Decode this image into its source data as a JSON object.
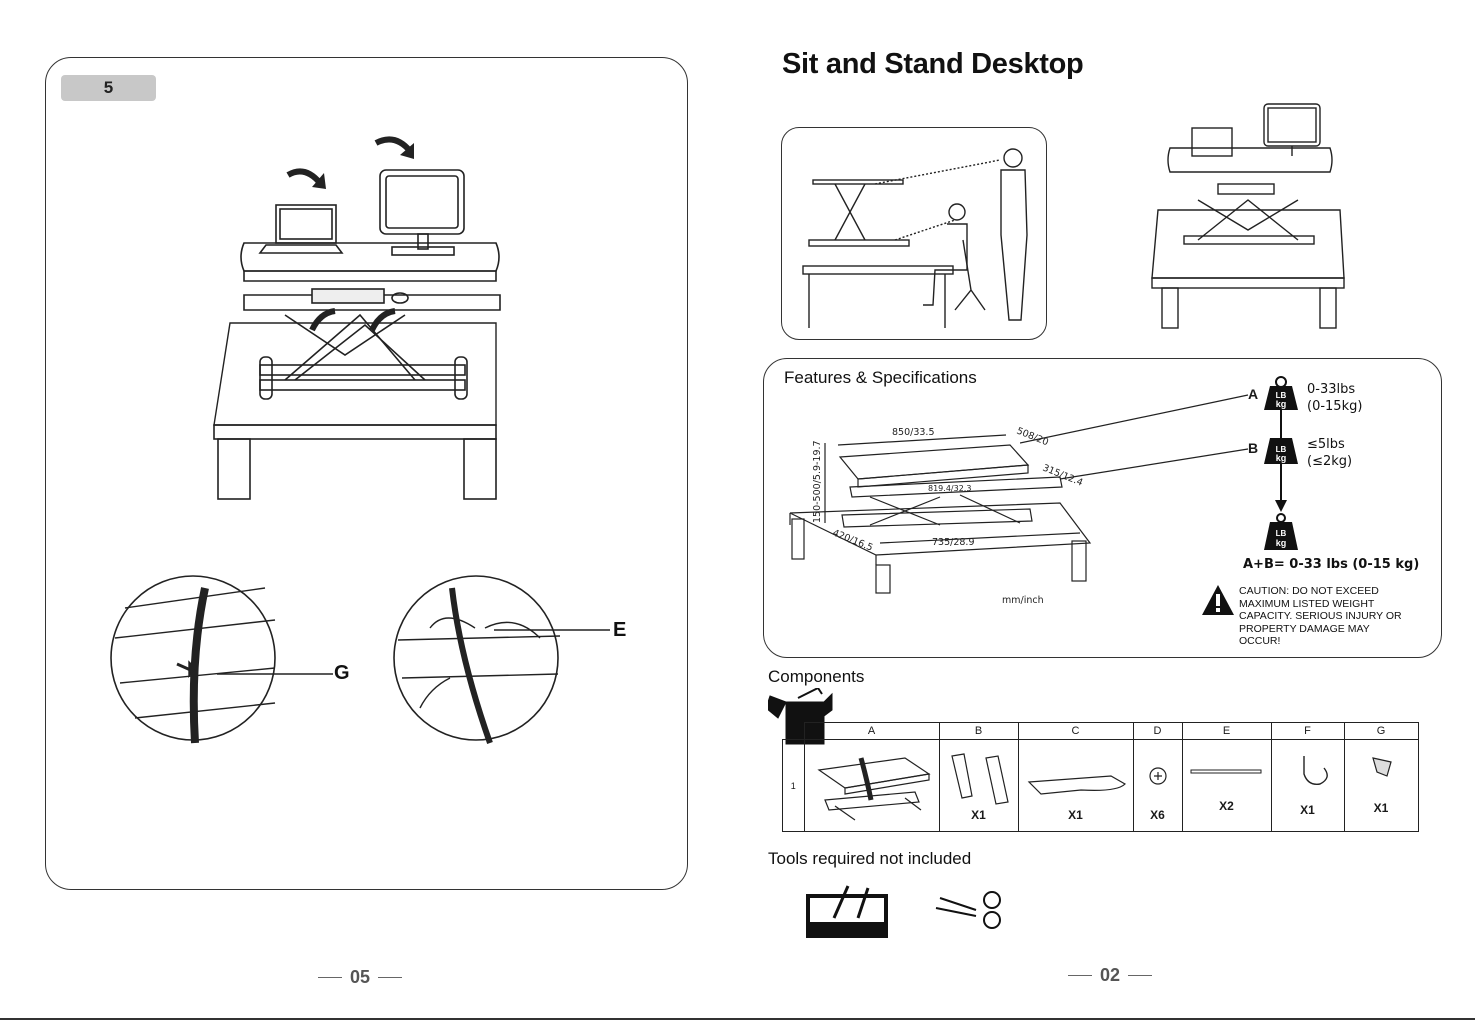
{
  "left_page": {
    "step_number": "5",
    "callout_g": "G",
    "callout_e": "E",
    "page_number": "05"
  },
  "right_page": {
    "title": "Sit and Stand Desktop",
    "features_title": "Features & Specifications",
    "dimensions": {
      "width": "850/33.5",
      "depth": "508/20",
      "height_range": "150-500/5.9-19.7",
      "keyboard_depth": "315/12.4",
      "keyboard_width": "819.4/32.3",
      "base_depth": "420/16.5",
      "base_width": "735/28.9",
      "units": "mm/inch"
    },
    "weights": {
      "a_label": "A",
      "a_lbs": "0-33lbs",
      "a_kg": "(0-15kg)",
      "b_label": "B",
      "b_lbs": "≤5lbs",
      "b_kg": "(≤2kg)",
      "weight_lb": "LB",
      "weight_kg": "kg",
      "sum": "A+B= 0-33 lbs (0-15 kg)"
    },
    "caution": "CAUTION:  DO NOT EXCEED MAXIMUM LISTED WEIGHT CAPACITY. SERIOUS INJURY OR PROPERTY DAMAGE MAY OCCUR!",
    "components_title": "Components",
    "components": {
      "row_number": "1",
      "headers": [
        "A",
        "B",
        "C",
        "D",
        "E",
        "F",
        "G"
      ],
      "quantities": [
        "",
        "X1",
        "X1",
        "X6",
        "X2",
        "X1",
        "X1"
      ]
    },
    "tools_title": "Tools required not included",
    "page_number": "02"
  }
}
